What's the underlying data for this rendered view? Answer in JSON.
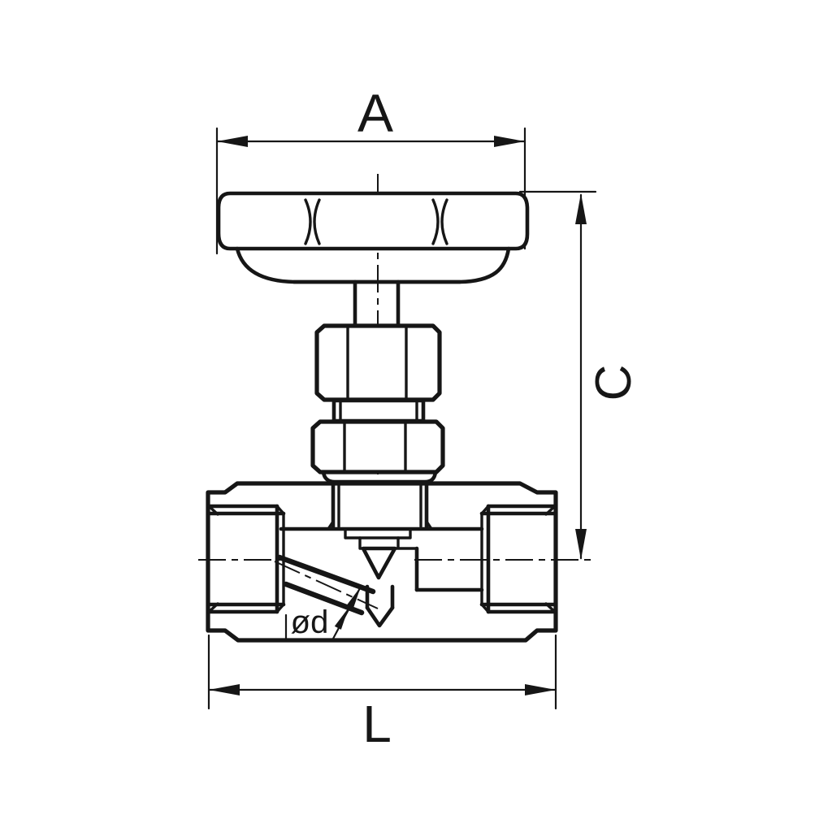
{
  "drawing": {
    "labels": {
      "dim_a": "A",
      "dim_c": "C",
      "dim_l": "L",
      "orifice": "ød"
    },
    "colors": {
      "line": "#161616",
      "background": "#ffffff"
    }
  }
}
